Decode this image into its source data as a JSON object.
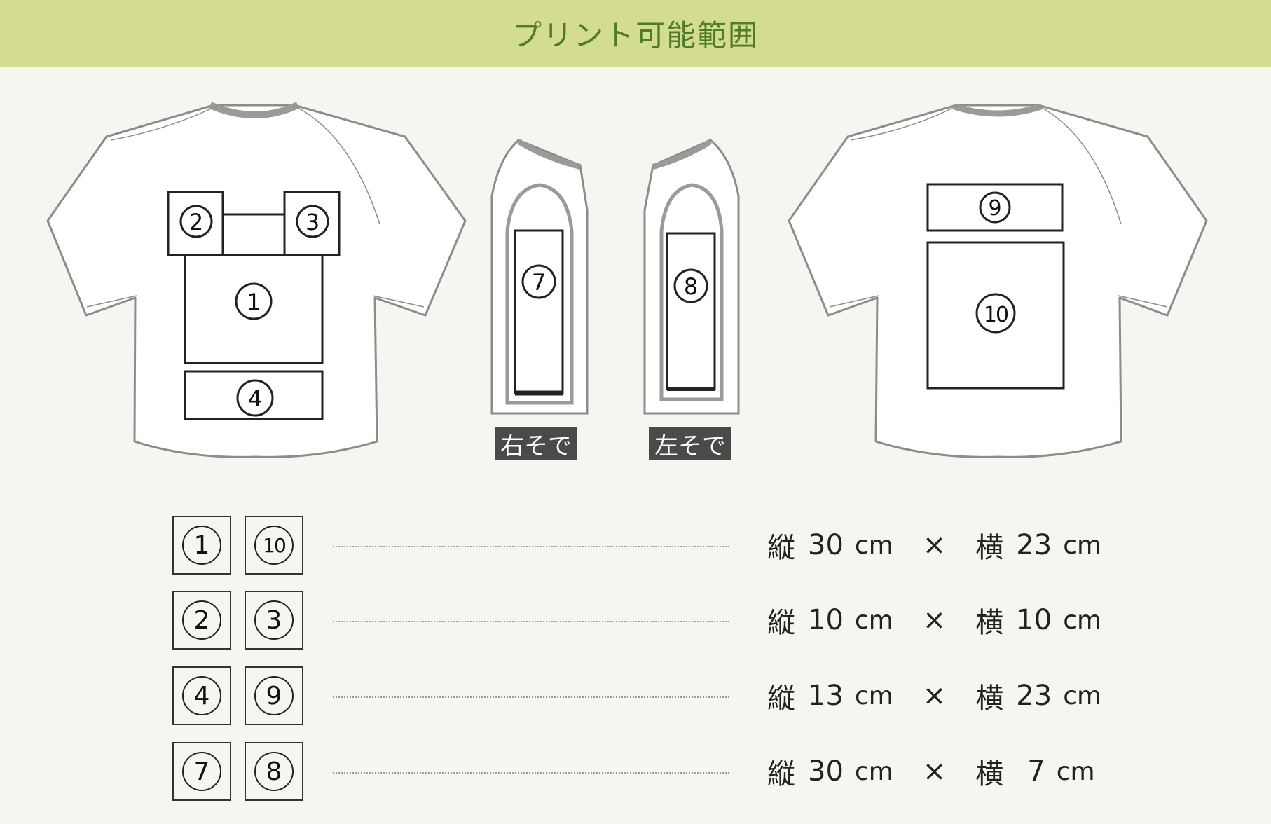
{
  "header": {
    "title": "プリント可能範囲"
  },
  "diagram": {
    "front_areas": [
      "1",
      "2",
      "3",
      "4"
    ],
    "right_sleeve": {
      "label": "右そで",
      "area": "7"
    },
    "left_sleeve": {
      "label": "左そで",
      "area": "8"
    },
    "back_areas": [
      "9",
      "10"
    ]
  },
  "sizes": [
    {
      "areas": [
        "1",
        "10"
      ],
      "height_label": "縦",
      "height": "30",
      "width_label": "横",
      "width": "23",
      "unit": "cm",
      "times": "×"
    },
    {
      "areas": [
        "2",
        "3"
      ],
      "height_label": "縦",
      "height": "10",
      "width_label": "横",
      "width": "10",
      "unit": "cm",
      "times": "×"
    },
    {
      "areas": [
        "4",
        "9"
      ],
      "height_label": "縦",
      "height": "13",
      "width_label": "横",
      "width": "23",
      "unit": "cm",
      "times": "×"
    },
    {
      "areas": [
        "7",
        "8"
      ],
      "height_label": "縦",
      "height": "30",
      "width_label": "横",
      "width": "7",
      "unit": "cm",
      "times": "×"
    }
  ],
  "colors": {
    "header_bg": "#d3dc8f",
    "header_text": "#4f7b2d",
    "background": "#f6f5f0",
    "label_bg": "#4a4a4a"
  }
}
